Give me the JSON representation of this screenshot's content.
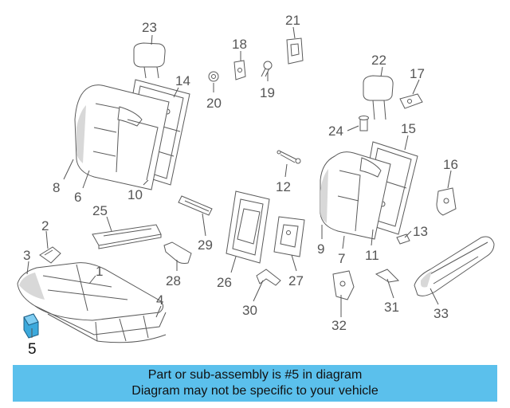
{
  "diagram": {
    "callouts": {
      "c1": "1",
      "c2": "2",
      "c3": "3",
      "c4": "4",
      "c5": "5",
      "c6": "6",
      "c7": "7",
      "c8": "8",
      "c9": "9",
      "c10": "10",
      "c11": "11",
      "c12": "12",
      "c13": "13",
      "c14": "14",
      "c15": "15",
      "c16": "16",
      "c17": "17",
      "c18": "18",
      "c19": "19",
      "c20": "20",
      "c21": "21",
      "c22": "22",
      "c23": "23",
      "c24": "24",
      "c25": "25",
      "c26": "26",
      "c27": "27",
      "c28": "28",
      "c29": "29",
      "c30": "30",
      "c31": "31",
      "c32": "32",
      "c33": "33"
    },
    "highlight_color": "#3ca9dc"
  },
  "banner": {
    "line1": "Part or sub-assembly is #5 in diagram",
    "line2": "Diagram may not be specific to your vehicle",
    "background": "#5bc0ec"
  }
}
